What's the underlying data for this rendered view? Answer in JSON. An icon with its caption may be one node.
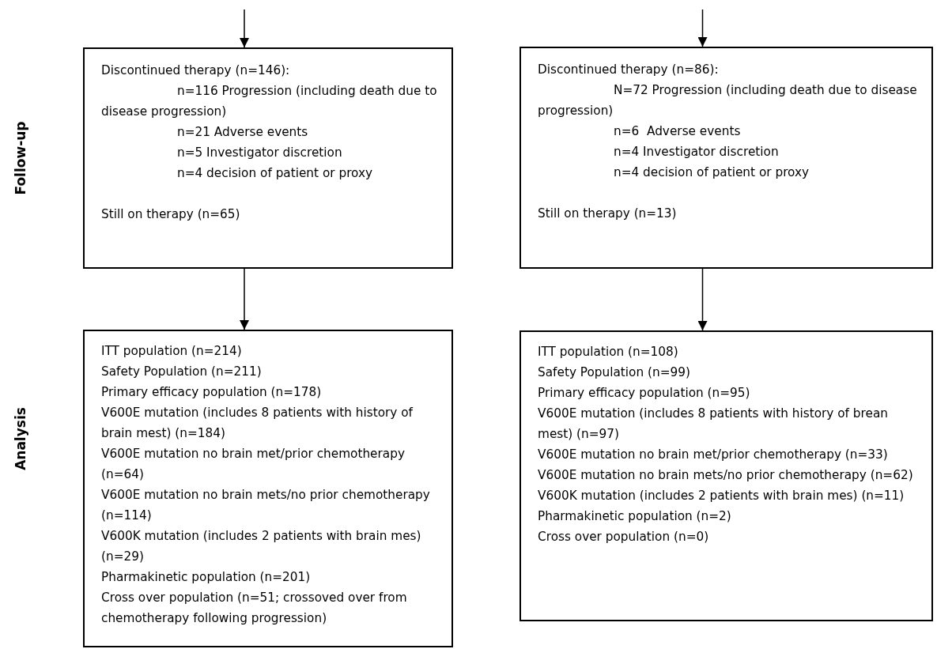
{
  "diagram": {
    "nodes": [
      {
        "text": [
          "Discontinued therapy (n=146):",
          "n=116 Progression (including death due to disease progression)",
          "n=21 Adverse events",
          "n=5 Investigator discretion",
          "n=4 decision of patient or proxy",
          "Still on therapy (n=65)"
        ]
      },
      {
        "text": [
          "Discontinued therapy (n=86):",
          "N=72 Progression (including death due to disease progression)",
          "n=6  Adverse events",
          "n=4 Investigator discretion",
          "n=4 decision of patient or proxy",
          "Still on therapy (n=13)"
        ]
      },
      {
        "text": [
          "ITT population (n=214)",
          "Safety Population (n=211)",
          "Primary efficacy population (n=178)",
          "V600E mutation (includes 8 patients with history of brain mest) (n=184)",
          "V600E mutation no brain met/prior chemotherapy (n=64)",
          "V600E mutation no brain mets/no prior chemotherapy (n=114)",
          "V600K mutation (includes 2 patients with brain mes) (n=29)",
          "Pharmakinetic population (n=201)",
          "Cross over population (n=51; crossoved over from chemotherapy following progression)"
        ]
      },
      {
        "text": [
          "ITT population (n=108)",
          "Safety Population (n=99)",
          "Primary efficacy population (n=95)",
          "V600E mutation (includes 8 patients with history of brean mest) (n=97)",
          "V600E mutation no brain met/prior chemotherapy (n=33)",
          "V600E mutation no brain mets/no prior chemotherapy (n=62)",
          "V600K mutation (includes 2 patients with brain mes) (n=11)",
          "Pharmakinetic population (n=2)",
          "Cross over population (n=0)"
        ]
      }
    ],
    "edges": [
      {
        "from": null,
        "to": 0,
        "arrow": "to"
      },
      {
        "from": null,
        "to": 1,
        "arrow": "to"
      },
      {
        "from": 0,
        "to": 2,
        "arrow": "to"
      },
      {
        "from": 1,
        "to": 3,
        "arrow": "to"
      }
    ],
    "labels": [
      "Follow-up",
      "Analysis"
    ]
  }
}
